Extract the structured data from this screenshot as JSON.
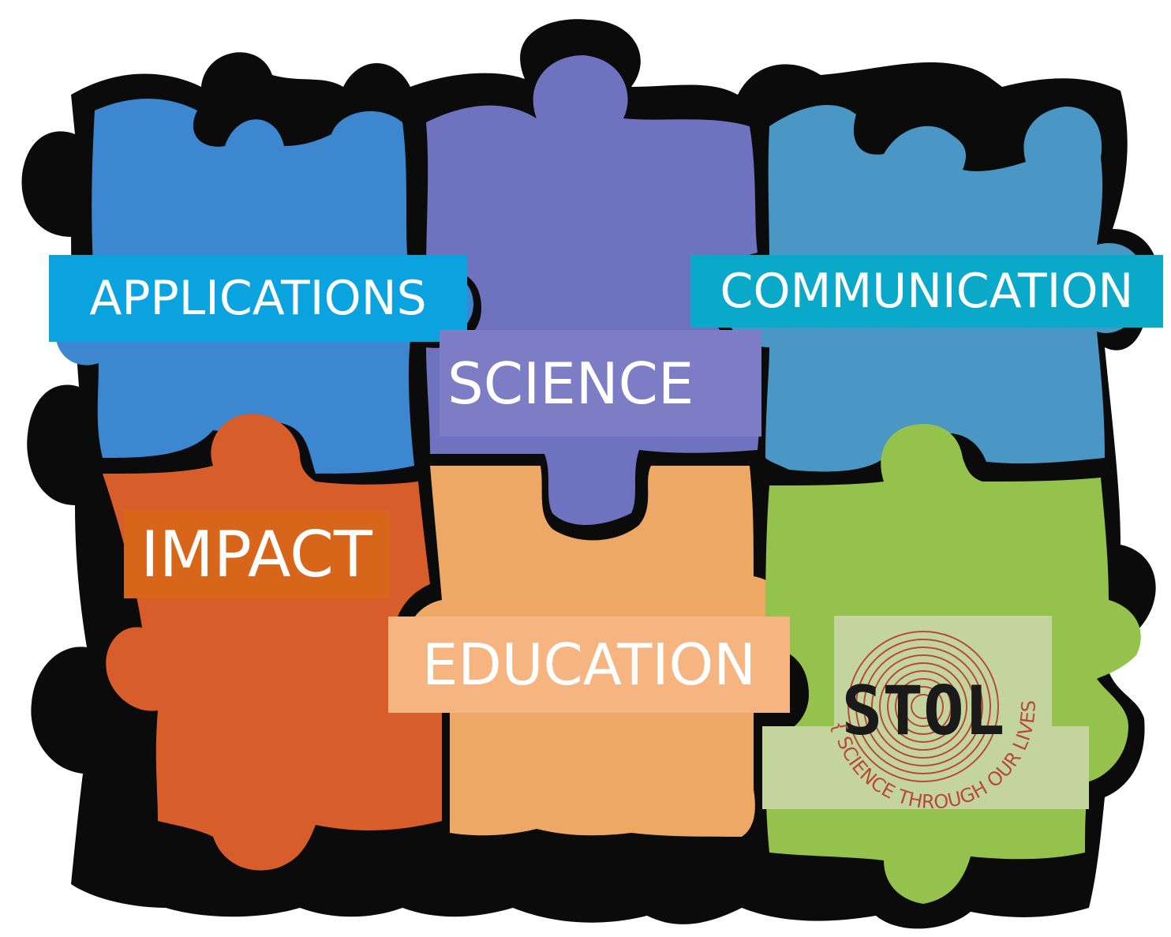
{
  "colors": {
    "outline": "#0b0b0b",
    "applications_piece": "#3d86d0",
    "science_piece": "#6e72bf",
    "communication_piece": "#4a97c6",
    "impact_piece": "#d75d2a",
    "education_piece": "#eea866",
    "stol_piece": "#94c24d",
    "applications_tag": "#0aa3df",
    "communication_tag": "#0aa9c9",
    "science_tag": "#7c7dc4",
    "impact_tag": "#d7661a",
    "education_tag": "#f6b480",
    "stol_tag": "#c3d59c",
    "stol_rings": "#b84a3a"
  },
  "labels": {
    "applications": "APPLICATIONS",
    "communication": "COMMUNICATION",
    "science": "SCIENCE",
    "impact": "IMPACT",
    "education": "EDUCATION"
  },
  "logo": {
    "name": "STOL",
    "tagline": "{ SCIENCE THROUGH OUR LIVES }"
  }
}
